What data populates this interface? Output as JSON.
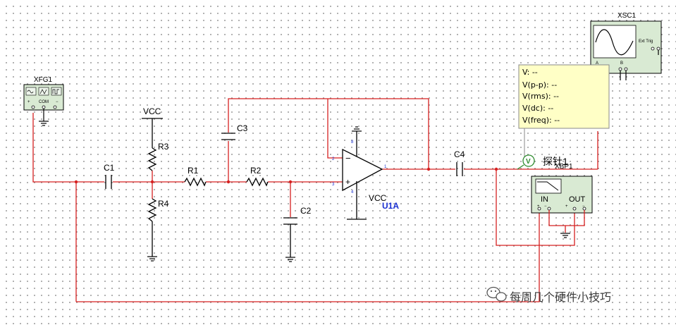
{
  "instruments": {
    "function_generator": {
      "label": "XFG1",
      "com_label": "COM"
    },
    "oscilloscope": {
      "label": "XSC1",
      "trigger_label": "Ext Trig",
      "channel_a": "A",
      "channel_b": "B"
    },
    "bode_plotter": {
      "label": "XBP1",
      "in_label": "IN",
      "out_label": "OUT"
    }
  },
  "components": {
    "c1": "C1",
    "c2": "C2",
    "c3": "C3",
    "c4": "C4",
    "r1": "R1",
    "r2": "R2",
    "r3": "R3",
    "r4": "R4",
    "vcc_top": "VCC",
    "vcc_op": "VCC",
    "opamp": "U1A"
  },
  "opamp_pins": {
    "p2": "2",
    "p3": "3",
    "p1": "1",
    "p4": "4",
    "p8": "8"
  },
  "probe": {
    "label": "探针1",
    "readings": [
      "V: --",
      "V(p-p): --",
      "V(rms): --",
      "V(dc): --",
      "V(freq): --"
    ]
  },
  "watermark": "每周几个硬件小技巧",
  "colors": {
    "wire": "#d62020",
    "instrument_fill": "#d9ead3",
    "probe_fill": "#ffffc6",
    "opamp_label": "#1a2fd0"
  }
}
